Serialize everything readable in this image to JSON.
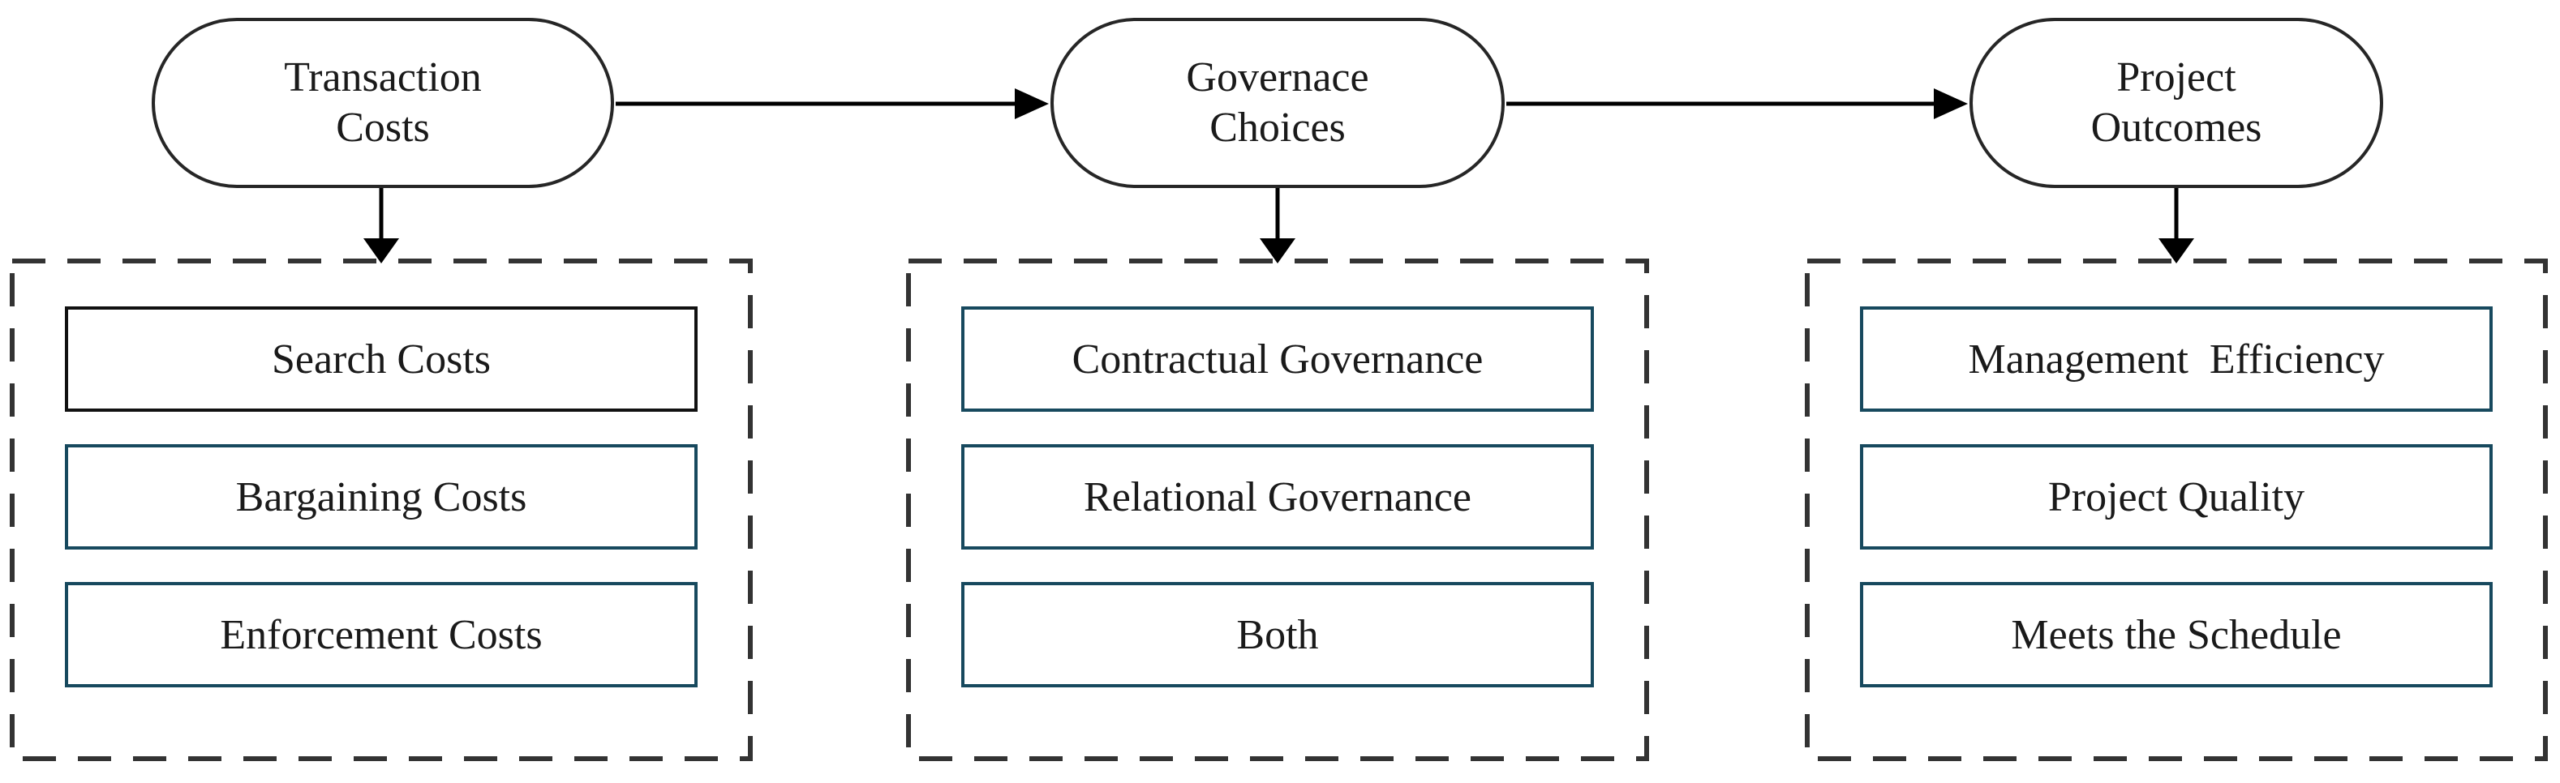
{
  "columns": [
    {
      "node": {
        "line1": "Transaction",
        "line2": "Costs"
      },
      "items": [
        {
          "label": "Search Costs"
        },
        {
          "label": "Bargaining Costs"
        },
        {
          "label": "Enforcement Costs"
        }
      ]
    },
    {
      "node": {
        "line1": "Governace",
        "line2": "Choices"
      },
      "items": [
        {
          "label": "Contractual Governance"
        },
        {
          "label": "Relational Governance"
        },
        {
          "label": "Both"
        }
      ]
    },
    {
      "node": {
        "line1": "Project",
        "line2": "Outcomes"
      },
      "items": [
        {
          "label": "Management  Efficiency"
        },
        {
          "label": "Project Quality"
        },
        {
          "label": "Meets the Schedule"
        }
      ]
    }
  ],
  "colors": {
    "background": "#ffffff",
    "text": "#1a1a1a",
    "node_border": "#262626",
    "item_border": "#17495e",
    "highlight_item_border": "#111111",
    "dashed_border": "#333333",
    "arrow": "#000000"
  }
}
